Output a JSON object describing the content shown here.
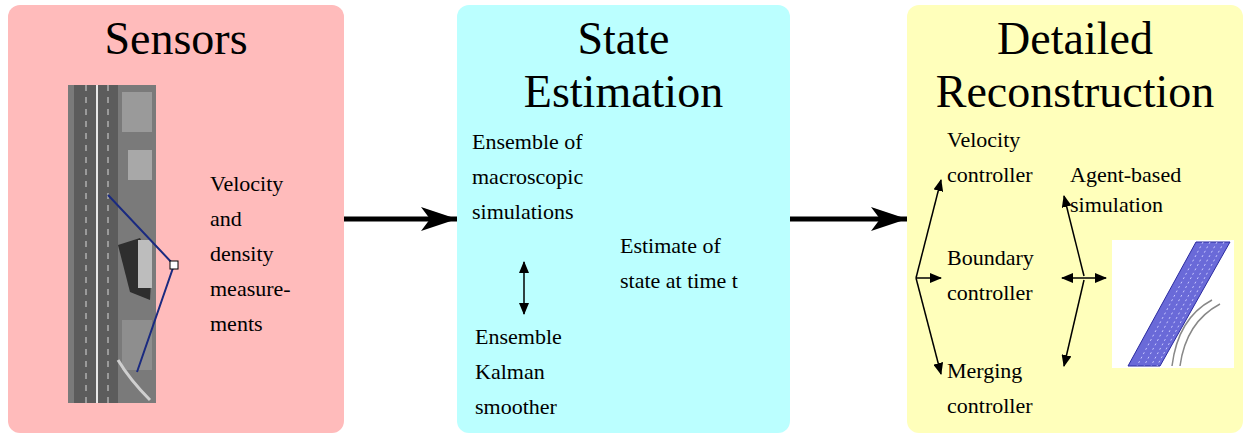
{
  "diagram": {
    "nodes": [
      {
        "text": [
          "Sensors",
          "Velocity and density measure- ments"
        ]
      },
      {
        "text": [
          "State Estimation",
          "Ensemble of macroscopic simulations",
          "Ensemble Kalman smoother",
          "Estimate of state at time t"
        ]
      },
      {
        "text": [
          "Detailed Reconstruction",
          "Velocity controller",
          "Boundary controller",
          "Merging controller",
          "Agent-based simulation"
        ]
      }
    ],
    "edges": [
      {
        "from": 0,
        "to": 1,
        "arrow": "to"
      },
      {
        "from": 1,
        "to": 2,
        "arrow": "to"
      }
    ]
  }
}
